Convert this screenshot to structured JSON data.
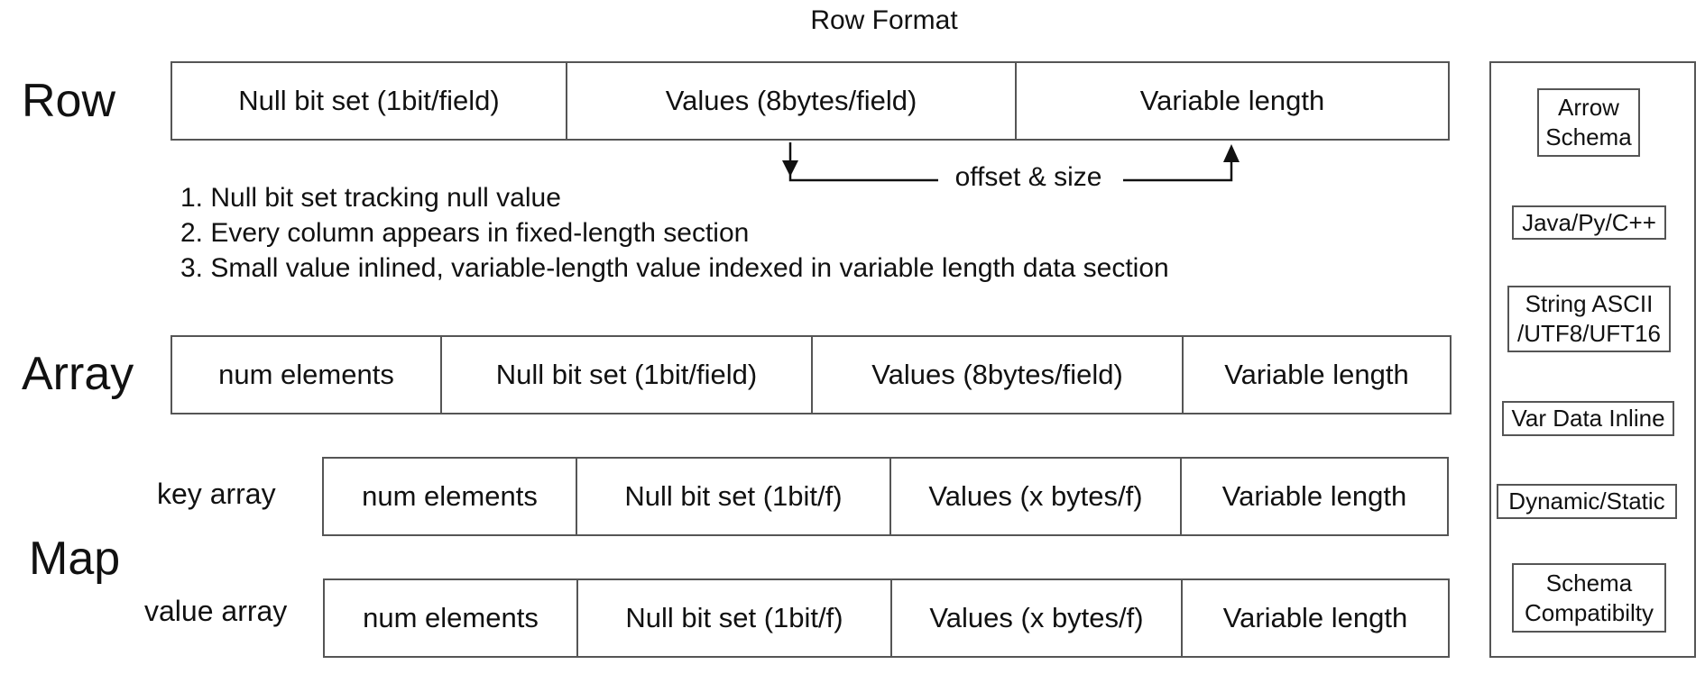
{
  "title": "Row Format",
  "labels": {
    "row": "Row",
    "array": "Array",
    "map": "Map",
    "key_array": "key array",
    "value_array": "value array"
  },
  "row_strip": [
    "Null bit set (1bit/field)",
    "Values (8bytes/field)",
    "Variable length"
  ],
  "offset_label": "offset & size",
  "notes": [
    "1. Null bit set tracking  null value",
    "2. Every column appears in fixed-length section",
    "3. Small value inlined, variable-length value indexed in variable length data section"
  ],
  "array_strip": [
    "num elements",
    "Null bit set (1bit/field)",
    "Values (8bytes/field)",
    "Variable length"
  ],
  "key_array_strip": [
    "num elements",
    "Null bit set (1bit/f)",
    "Values (x bytes/f)",
    "Variable length"
  ],
  "value_array_strip": [
    "num elements",
    "Null bit set (1bit/f)",
    "Values (x bytes/f)",
    "Variable length"
  ],
  "features": [
    "Arrow\nSchema",
    "Java/Py/C++",
    "String ASCII\n/UTF8/UFT16",
    "Var Data Inline",
    "Dynamic/Static",
    "Schema\nCompatibilty"
  ]
}
